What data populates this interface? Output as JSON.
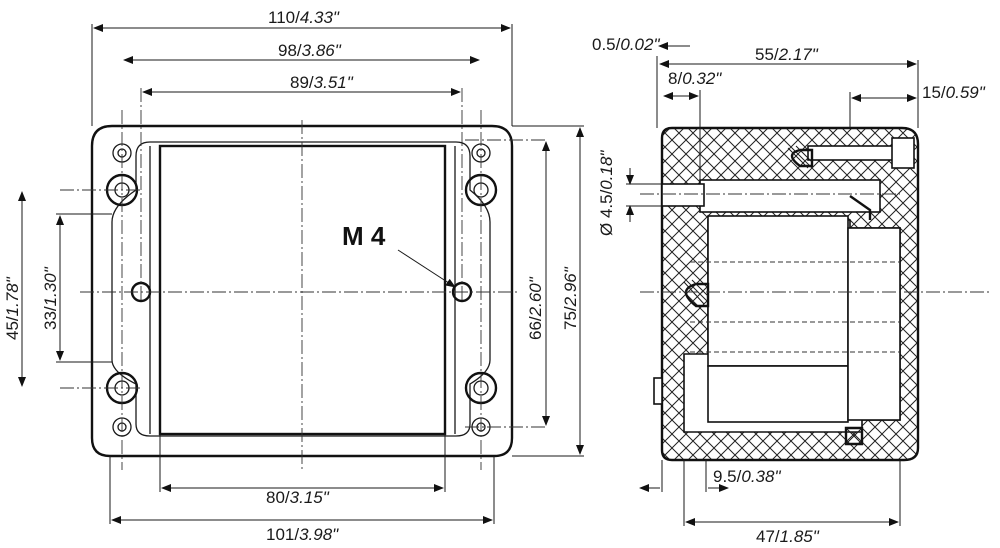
{
  "front_view": {
    "dim_overall_width": {
      "value": "110/",
      "imperial": "4.33\""
    },
    "dim_mount_outer": {
      "value": "98/",
      "imperial": "3.86\""
    },
    "dim_mount_inner": {
      "value": "89/",
      "imperial": "3.51\""
    },
    "dim_body_width": {
      "value": "80/",
      "imperial": "3.15\""
    },
    "dim_base_width": {
      "value": "101/",
      "imperial": "3.98\""
    },
    "dim_left_outer": {
      "value": "45/",
      "imperial": "1.78\""
    },
    "dim_left_inner": {
      "value": "33/",
      "imperial": "1.30\""
    },
    "dim_right_inner": {
      "value": "66/",
      "imperial": "2.60\""
    },
    "dim_right_outer": {
      "value": "75/",
      "imperial": "2.96\""
    },
    "thread_label": "M 4"
  },
  "side_view": {
    "dim_wall": {
      "value": "0.5/",
      "imperial": "0.02\""
    },
    "dim_depth": {
      "value": "55/",
      "imperial": "2.17\""
    },
    "dim_offset": {
      "value": "8/",
      "imperial": "0.32\""
    },
    "dim_screw": {
      "value": "15/",
      "imperial": "0.59\""
    },
    "dim_hole": {
      "value": "Ø 4.5/",
      "imperial": "0.18\""
    },
    "dim_bottom_step": {
      "value": "9.5/",
      "imperial": "0.38\""
    },
    "dim_bottom_width": {
      "value": "47/",
      "imperial": "1.85\""
    }
  }
}
